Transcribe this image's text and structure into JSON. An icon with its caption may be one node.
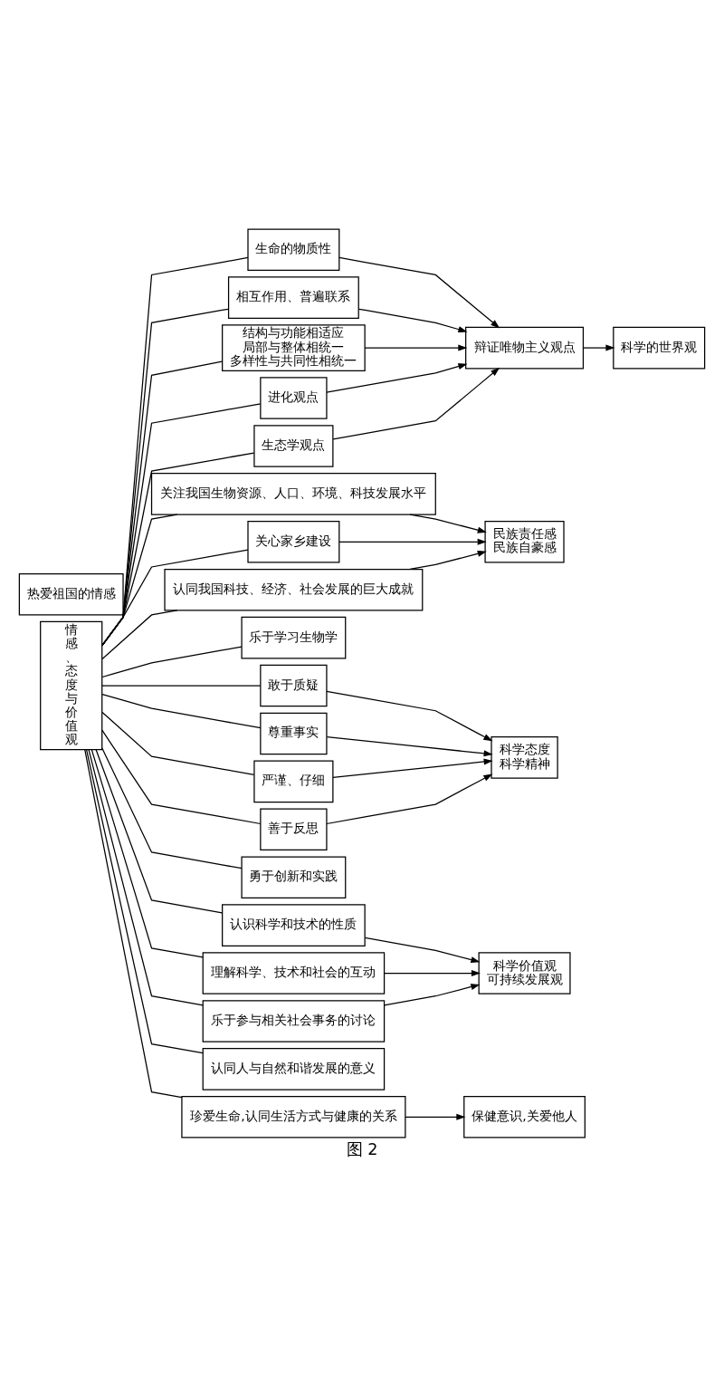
{
  "diagram": {
    "caption": "图 2",
    "nodes": [
      {
        "text": [
          "情感、态度与价值观"
        ]
      },
      {
        "text": [
          "生命的物质性"
        ]
      },
      {
        "text": [
          "相互作用、普遍联系"
        ]
      },
      {
        "text": [
          "结构与功能相适应",
          "局部与整体相统一",
          "多样性与共同性相统一"
        ]
      },
      {
        "text": [
          "进化观点"
        ]
      },
      {
        "text": [
          "生态学观点"
        ]
      },
      {
        "text": [
          "辩证唯物主义观点"
        ]
      },
      {
        "text": [
          "科学的世界观"
        ]
      },
      {
        "text": [
          "关注我国生物资源、人口、环境、科技发展水平"
        ]
      },
      {
        "text": [
          "关心家乡建设"
        ]
      },
      {
        "text": [
          "认同我国科技、经济、社会发展的巨大成就"
        ]
      },
      {
        "text": [
          "民族责任感",
          "民族自豪感"
        ]
      },
      {
        "text": [
          "热爱祖国的情感"
        ]
      },
      {
        "text": [
          "乐于学习生物学"
        ]
      },
      {
        "text": [
          "敢于质疑"
        ]
      },
      {
        "text": [
          "尊重事实"
        ]
      },
      {
        "text": [
          "严谨、仔细"
        ]
      },
      {
        "text": [
          "善于反思"
        ]
      },
      {
        "text": [
          "勇于创新和实践"
        ]
      },
      {
        "text": [
          "科学态度",
          "科学精神"
        ]
      },
      {
        "text": [
          "认识科学和技术的性质"
        ]
      },
      {
        "text": [
          "理解科学、技术和社会的互动"
        ]
      },
      {
        "text": [
          "乐于参与相关社会事务的讨论"
        ]
      },
      {
        "text": [
          "认同人与自然和谐发展的意义"
        ]
      },
      {
        "text": [
          "科学价值观",
          "可持续发展观"
        ]
      },
      {
        "text": [
          "珍爱生命,认同生活方式与健康的关系"
        ]
      },
      {
        "text": [
          "保健意识,关爱他人"
        ]
      }
    ],
    "edges": [
      {
        "from": 0,
        "to": 1,
        "arrow": "none"
      },
      {
        "from": 0,
        "to": 2,
        "arrow": "none"
      },
      {
        "from": 0,
        "to": 3,
        "arrow": "none"
      },
      {
        "from": 0,
        "to": 4,
        "arrow": "none"
      },
      {
        "from": 0,
        "to": 5,
        "arrow": "none"
      },
      {
        "from": 0,
        "to": 8,
        "arrow": "none"
      },
      {
        "from": 0,
        "to": 9,
        "arrow": "none"
      },
      {
        "from": 0,
        "to": 10,
        "arrow": "none"
      },
      {
        "from": 0,
        "to": 13,
        "arrow": "none"
      },
      {
        "from": 0,
        "to": 14,
        "arrow": "none"
      },
      {
        "from": 0,
        "to": 15,
        "arrow": "none"
      },
      {
        "from": 0,
        "to": 16,
        "arrow": "none"
      },
      {
        "from": 0,
        "to": 17,
        "arrow": "none"
      },
      {
        "from": 0,
        "to": 18,
        "arrow": "none"
      },
      {
        "from": 0,
        "to": 20,
        "arrow": "none"
      },
      {
        "from": 0,
        "to": 21,
        "arrow": "none"
      },
      {
        "from": 0,
        "to": 22,
        "arrow": "none"
      },
      {
        "from": 0,
        "to": 23,
        "arrow": "none"
      },
      {
        "from": 0,
        "to": 25,
        "arrow": "none"
      },
      {
        "from": 1,
        "to": 6,
        "arrow": "to"
      },
      {
        "from": 2,
        "to": 6,
        "arrow": "to"
      },
      {
        "from": 3,
        "to": 6,
        "arrow": "to"
      },
      {
        "from": 4,
        "to": 6,
        "arrow": "to"
      },
      {
        "from": 5,
        "to": 6,
        "arrow": "to"
      },
      {
        "from": 6,
        "to": 7,
        "arrow": "to"
      },
      {
        "from": 8,
        "to": 11,
        "arrow": "to"
      },
      {
        "from": 9,
        "to": 11,
        "arrow": "to"
      },
      {
        "from": 10,
        "to": 11,
        "arrow": "to"
      },
      {
        "from": 14,
        "to": 19,
        "arrow": "to"
      },
      {
        "from": 15,
        "to": 19,
        "arrow": "to"
      },
      {
        "from": 16,
        "to": 19,
        "arrow": "to"
      },
      {
        "from": 17,
        "to": 19,
        "arrow": "to"
      },
      {
        "from": 20,
        "to": 24,
        "arrow": "to"
      },
      {
        "from": 21,
        "to": 24,
        "arrow": "to"
      },
      {
        "from": 22,
        "to": 24,
        "arrow": "to"
      },
      {
        "from": 25,
        "to": 26,
        "arrow": "to"
      }
    ]
  }
}
